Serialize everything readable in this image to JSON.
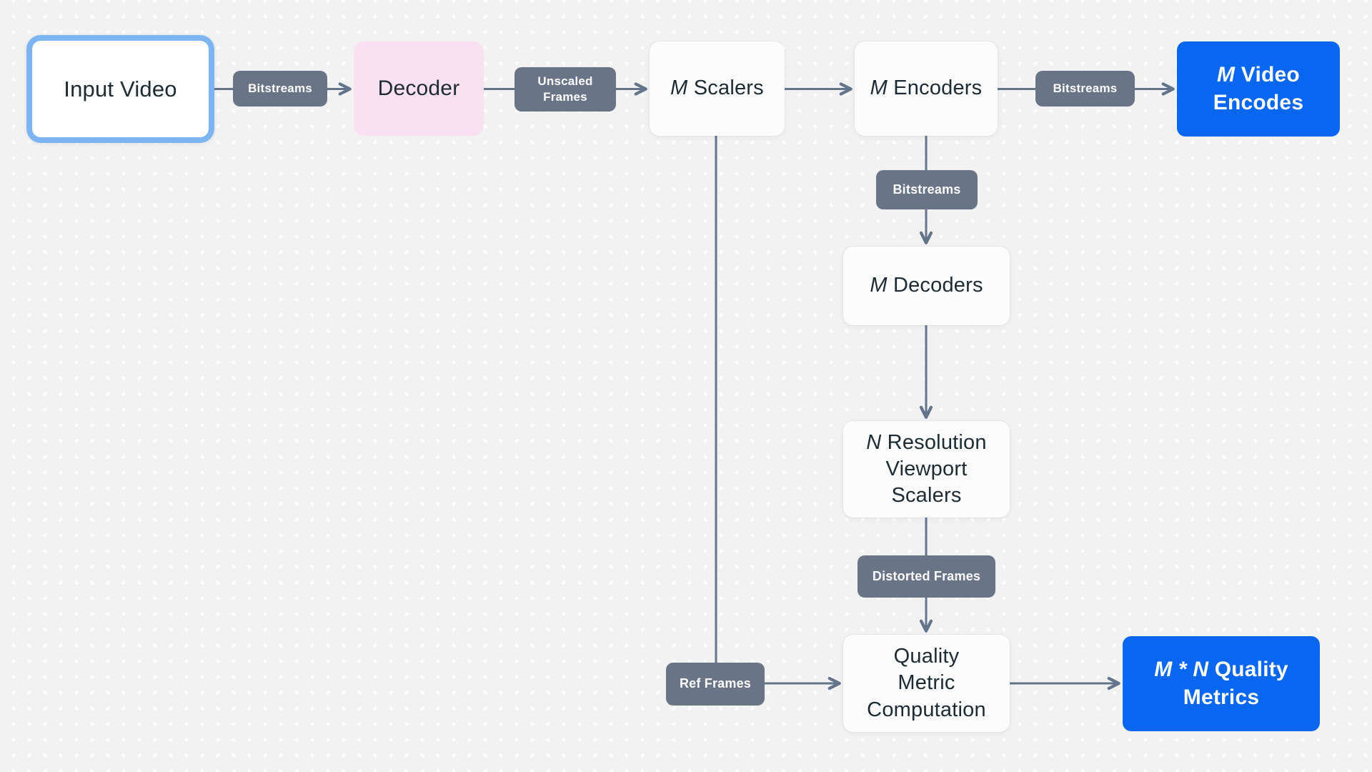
{
  "diagram_title": "video-encoding-quality-pipeline",
  "colors": {
    "bg": "#f2f2f3",
    "card_white": "#fcfcfd",
    "ink": "#1c2b33",
    "slate": "#697586",
    "line": "#64748b",
    "accent_blue": "#0866f0",
    "input_border": "#7cb5f2",
    "pink": "#fae1f2"
  },
  "nodes": {
    "input_video": {
      "label": "Input Video"
    },
    "decoder": {
      "label": "Decoder"
    },
    "m_scalers": {
      "prefix": "M",
      "rest": " Scalers"
    },
    "m_encoders": {
      "prefix": "M",
      "rest": " Encoders"
    },
    "m_video_encodes": {
      "prefix": "M",
      "rest": " Video Encodes"
    },
    "m_decoders": {
      "prefix": "M",
      "rest": " Decoders"
    },
    "n_resolution_viewport_scalers": {
      "prefix": "N",
      "rest": " Resolution Viewport Scalers"
    },
    "quality_metric_computation": {
      "label": "Quality\nMetric\nComputation"
    },
    "m_n_quality_metrics": {
      "prefix": "M * N",
      "rest": " Quality Metrics"
    }
  },
  "edge_labels": {
    "bitstreams_1": "Bitstreams",
    "unscaled_frames": "Unscaled Frames",
    "bitstreams_2": "Bitstreams",
    "bitstreams_3": "Bitstreams",
    "distorted_frames": "Distorted Frames",
    "ref_frames": "Ref Frames"
  }
}
